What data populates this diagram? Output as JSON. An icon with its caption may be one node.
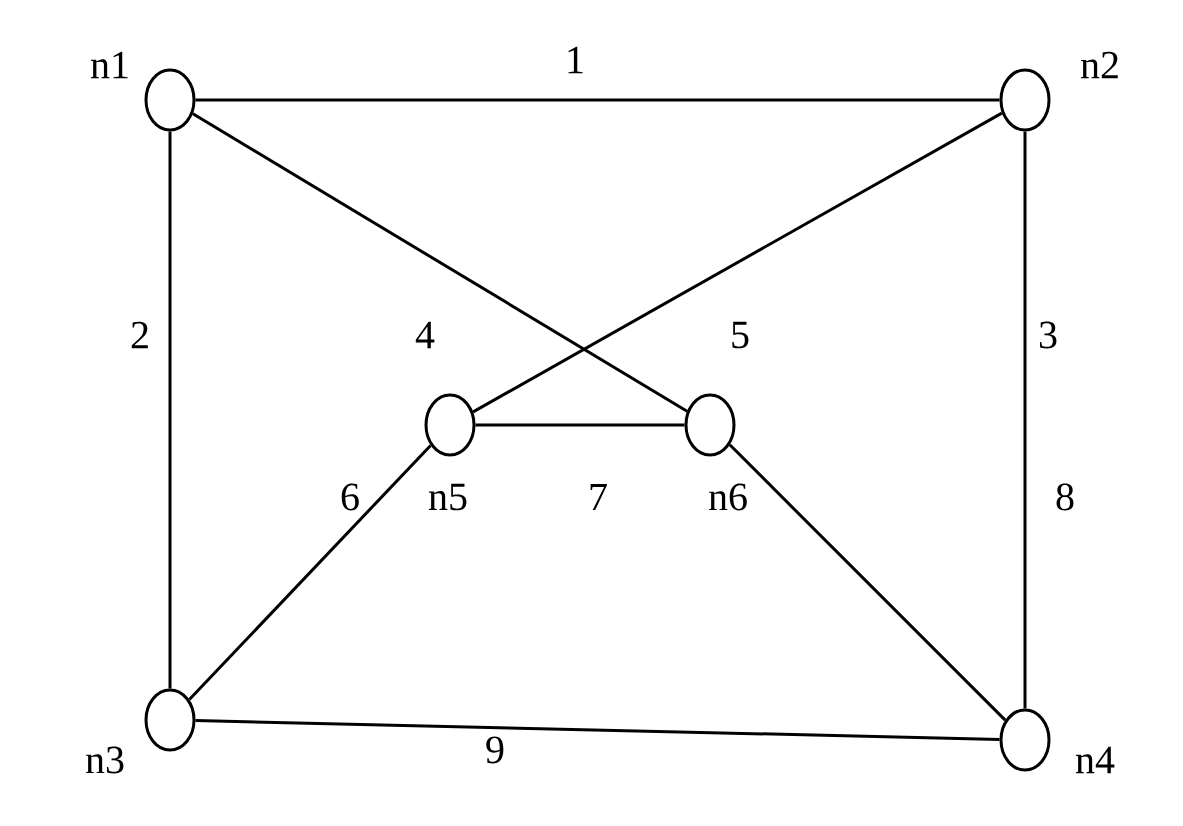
{
  "diagram": {
    "nodes": [
      {
        "text": [],
        "shape": "circle",
        "beside": [
          "n1"
        ]
      },
      {
        "text": [],
        "shape": "circle",
        "beside": [
          "n2"
        ]
      },
      {
        "text": [],
        "shape": "circle",
        "beside": [
          "n3"
        ]
      },
      {
        "text": [],
        "shape": "circle",
        "beside": [
          "n4"
        ]
      },
      {
        "text": [],
        "shape": "circle",
        "beside": [
          "n5"
        ]
      },
      {
        "text": [],
        "shape": "circle",
        "beside": [
          "n6"
        ]
      }
    ],
    "edges": [
      {
        "from": 0,
        "to": 1,
        "arrow": "none",
        "label": "1"
      },
      {
        "from": 0,
        "to": 2,
        "arrow": "none",
        "label": "2"
      },
      {
        "from": 1,
        "to": 3,
        "arrow": "none",
        "label": "3"
      },
      {
        "from": 0,
        "to": 5,
        "arrow": "none",
        "label": "4"
      },
      {
        "from": 1,
        "to": 4,
        "arrow": "none",
        "label": "5"
      },
      {
        "from": 2,
        "to": 4,
        "arrow": "none",
        "label": "6"
      },
      {
        "from": 4,
        "to": 5,
        "arrow": "none",
        "label": "7"
      },
      {
        "from": 5,
        "to": 3,
        "arrow": "none"
      },
      {
        "from": 2,
        "to": 3,
        "arrow": "none",
        "label": "9"
      }
    ],
    "labels": [
      "8"
    ]
  }
}
